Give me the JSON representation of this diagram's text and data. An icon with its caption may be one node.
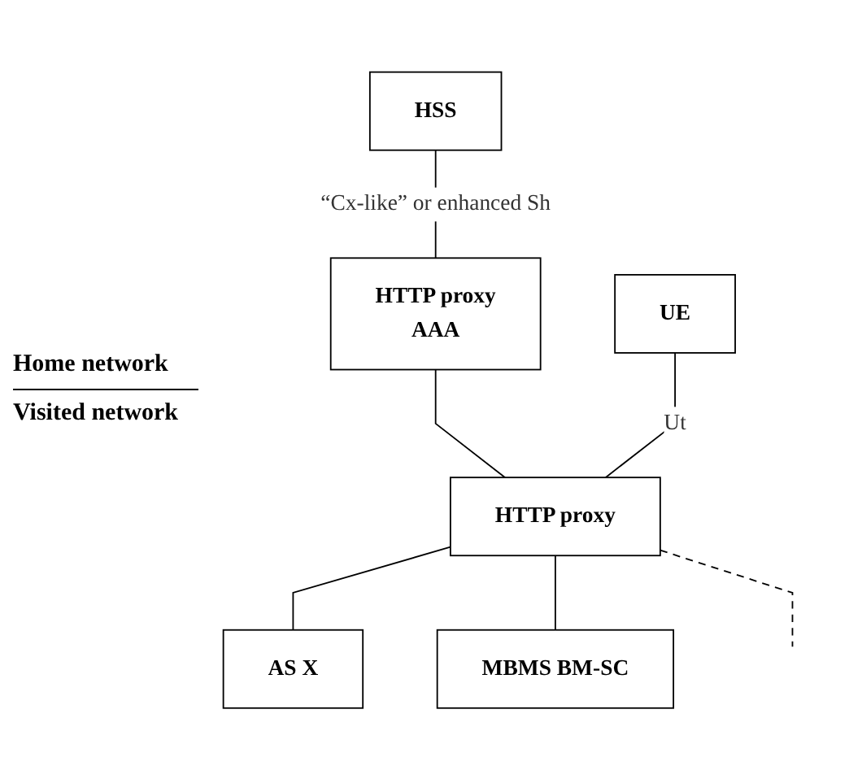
{
  "diagram": {
    "nodes": [
      {
        "text": [
          "HSS"
        ]
      },
      {
        "text": [
          "HTTP proxy",
          "AAA"
        ]
      },
      {
        "text": [
          "UE"
        ]
      },
      {
        "text": [
          "HTTP proxy"
        ]
      },
      {
        "text": [
          "AS X"
        ]
      },
      {
        "text": [
          "MBMS BM-SC"
        ]
      }
    ],
    "edges": [
      {
        "from": 0,
        "to": 1,
        "arrow": "none",
        "label": "“Cx-like” or enhanced Sh"
      },
      {
        "from": 1,
        "to": 3,
        "arrow": "none"
      },
      {
        "from": 2,
        "to": 3,
        "arrow": "none",
        "label": "Ut"
      },
      {
        "from": 3,
        "to": 4,
        "arrow": "none"
      },
      {
        "from": 3,
        "to": 5,
        "arrow": "none"
      },
      {
        "from": 3,
        "to": null,
        "arrow": "none",
        "style": "dashed"
      }
    ],
    "labels": [
      "Home network",
      "Visited network"
    ]
  }
}
